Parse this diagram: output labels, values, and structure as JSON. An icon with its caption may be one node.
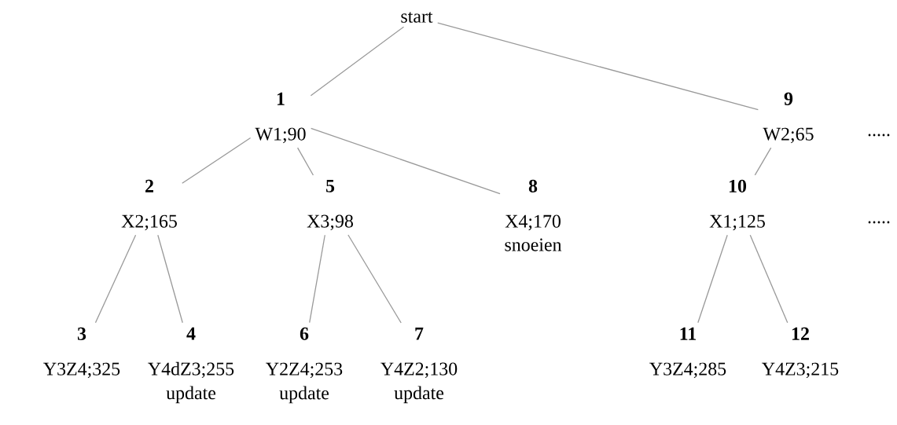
{
  "diagram": {
    "nodes": [
      {
        "text": [
          "start"
        ]
      },
      {
        "text": [
          "1",
          "W1;90"
        ]
      },
      {
        "text": [
          "2",
          "X2;165"
        ]
      },
      {
        "text": [
          "3",
          "Y3Z4;325"
        ]
      },
      {
        "text": [
          "4",
          "Y4dZ3;255"
        ],
        "beside": [
          "update"
        ]
      },
      {
        "text": [
          "5",
          "X3;98"
        ]
      },
      {
        "text": [
          "6",
          "Y2Z4;253"
        ],
        "beside": [
          "update"
        ]
      },
      {
        "text": [
          "7",
          "Y4Z2;130"
        ],
        "beside": [
          "update"
        ]
      },
      {
        "text": [
          "8",
          "X4;170"
        ],
        "beside": [
          "snoeien"
        ]
      },
      {
        "text": [
          "9",
          "W2;65"
        ]
      },
      {
        "text": [
          "10",
          "X1;125"
        ]
      },
      {
        "text": [
          "11",
          "Y3Z4;285"
        ]
      },
      {
        "text": [
          "12",
          "Y4Z3;215"
        ]
      }
    ],
    "edges": [
      {
        "from": 0,
        "to": 1,
        "arrow": "none"
      },
      {
        "from": 0,
        "to": 9,
        "arrow": "none"
      },
      {
        "from": 1,
        "to": 2,
        "arrow": "none"
      },
      {
        "from": 1,
        "to": 5,
        "arrow": "none"
      },
      {
        "from": 1,
        "to": 8,
        "arrow": "none"
      },
      {
        "from": 2,
        "to": 3,
        "arrow": "none"
      },
      {
        "from": 2,
        "to": 4,
        "arrow": "none"
      },
      {
        "from": 5,
        "to": 6,
        "arrow": "none"
      },
      {
        "from": 5,
        "to": 7,
        "arrow": "none"
      },
      {
        "from": 9,
        "to": 10,
        "arrow": "none"
      },
      {
        "from": 10,
        "to": 11,
        "arrow": "none"
      },
      {
        "from": 10,
        "to": 12,
        "arrow": "none"
      }
    ],
    "labels": [
      ".....",
      "....."
    ]
  }
}
